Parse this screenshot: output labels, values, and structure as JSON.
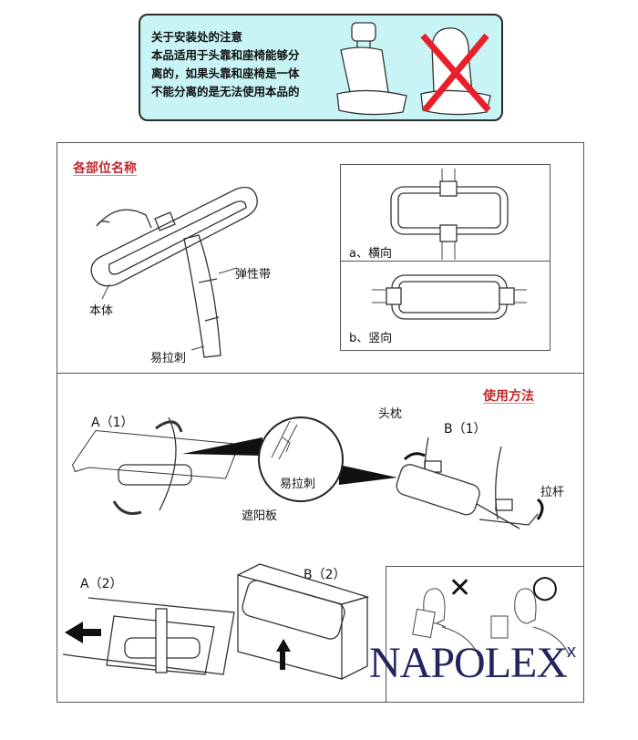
{
  "notice": {
    "title": "关于安装处的注意",
    "lines": [
      "本品适用于头靠和座椅能够分",
      "离的，如果头靠和座椅是一体",
      "不能分离的是无法使用本品的"
    ],
    "bg_color": "#c8f4f6",
    "cross_color": "#e8202a"
  },
  "parts_section": {
    "title": "各部位名称",
    "labels": {
      "body": "本体",
      "elastic_band": "弹性带",
      "velcro": "易拉刺"
    }
  },
  "orientation": {
    "a_label": "a、横向",
    "b_label": "b、竖向"
  },
  "usage_section": {
    "title": "使用方法",
    "a1": "A（1）",
    "a2": "A（2）",
    "b1": "B（1）",
    "b2": "B（2）",
    "magnifier_label": "易拉刺",
    "sun_visor": "遮阳板",
    "headrest": "头枕",
    "rod": "拉杆"
  },
  "comparison": {
    "wrong_mark": "✕",
    "right_mark": "○"
  },
  "brand": {
    "logo": "NAPOLEX",
    "logo_sup": "x",
    "color": "#22255e"
  },
  "colors": {
    "title_red": "#c0282c",
    "border": "#555555"
  }
}
